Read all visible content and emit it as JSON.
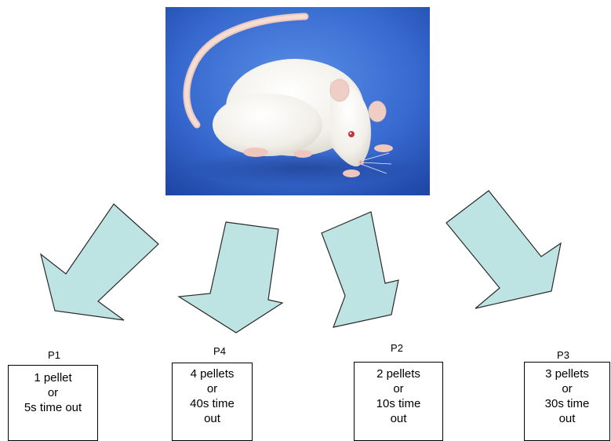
{
  "colors": {
    "arrow_fill": "#bde3e2",
    "arrow_stroke": "#2a2a2a",
    "photo_background": "#2f62c8"
  },
  "photo": {
    "subject": "white rat"
  },
  "options": [
    {
      "label": "P1",
      "text": [
        "1 pellet",
        "or",
        "5s time out"
      ]
    },
    {
      "label": "P4",
      "text": [
        "4 pellets",
        "or",
        "40s time",
        "out"
      ]
    },
    {
      "label": "P2",
      "text": [
        "2 pellets",
        "or",
        "10s time",
        "out"
      ]
    },
    {
      "label": "P3",
      "text": [
        "3 pellets",
        "or",
        "30s time",
        "out"
      ]
    }
  ]
}
